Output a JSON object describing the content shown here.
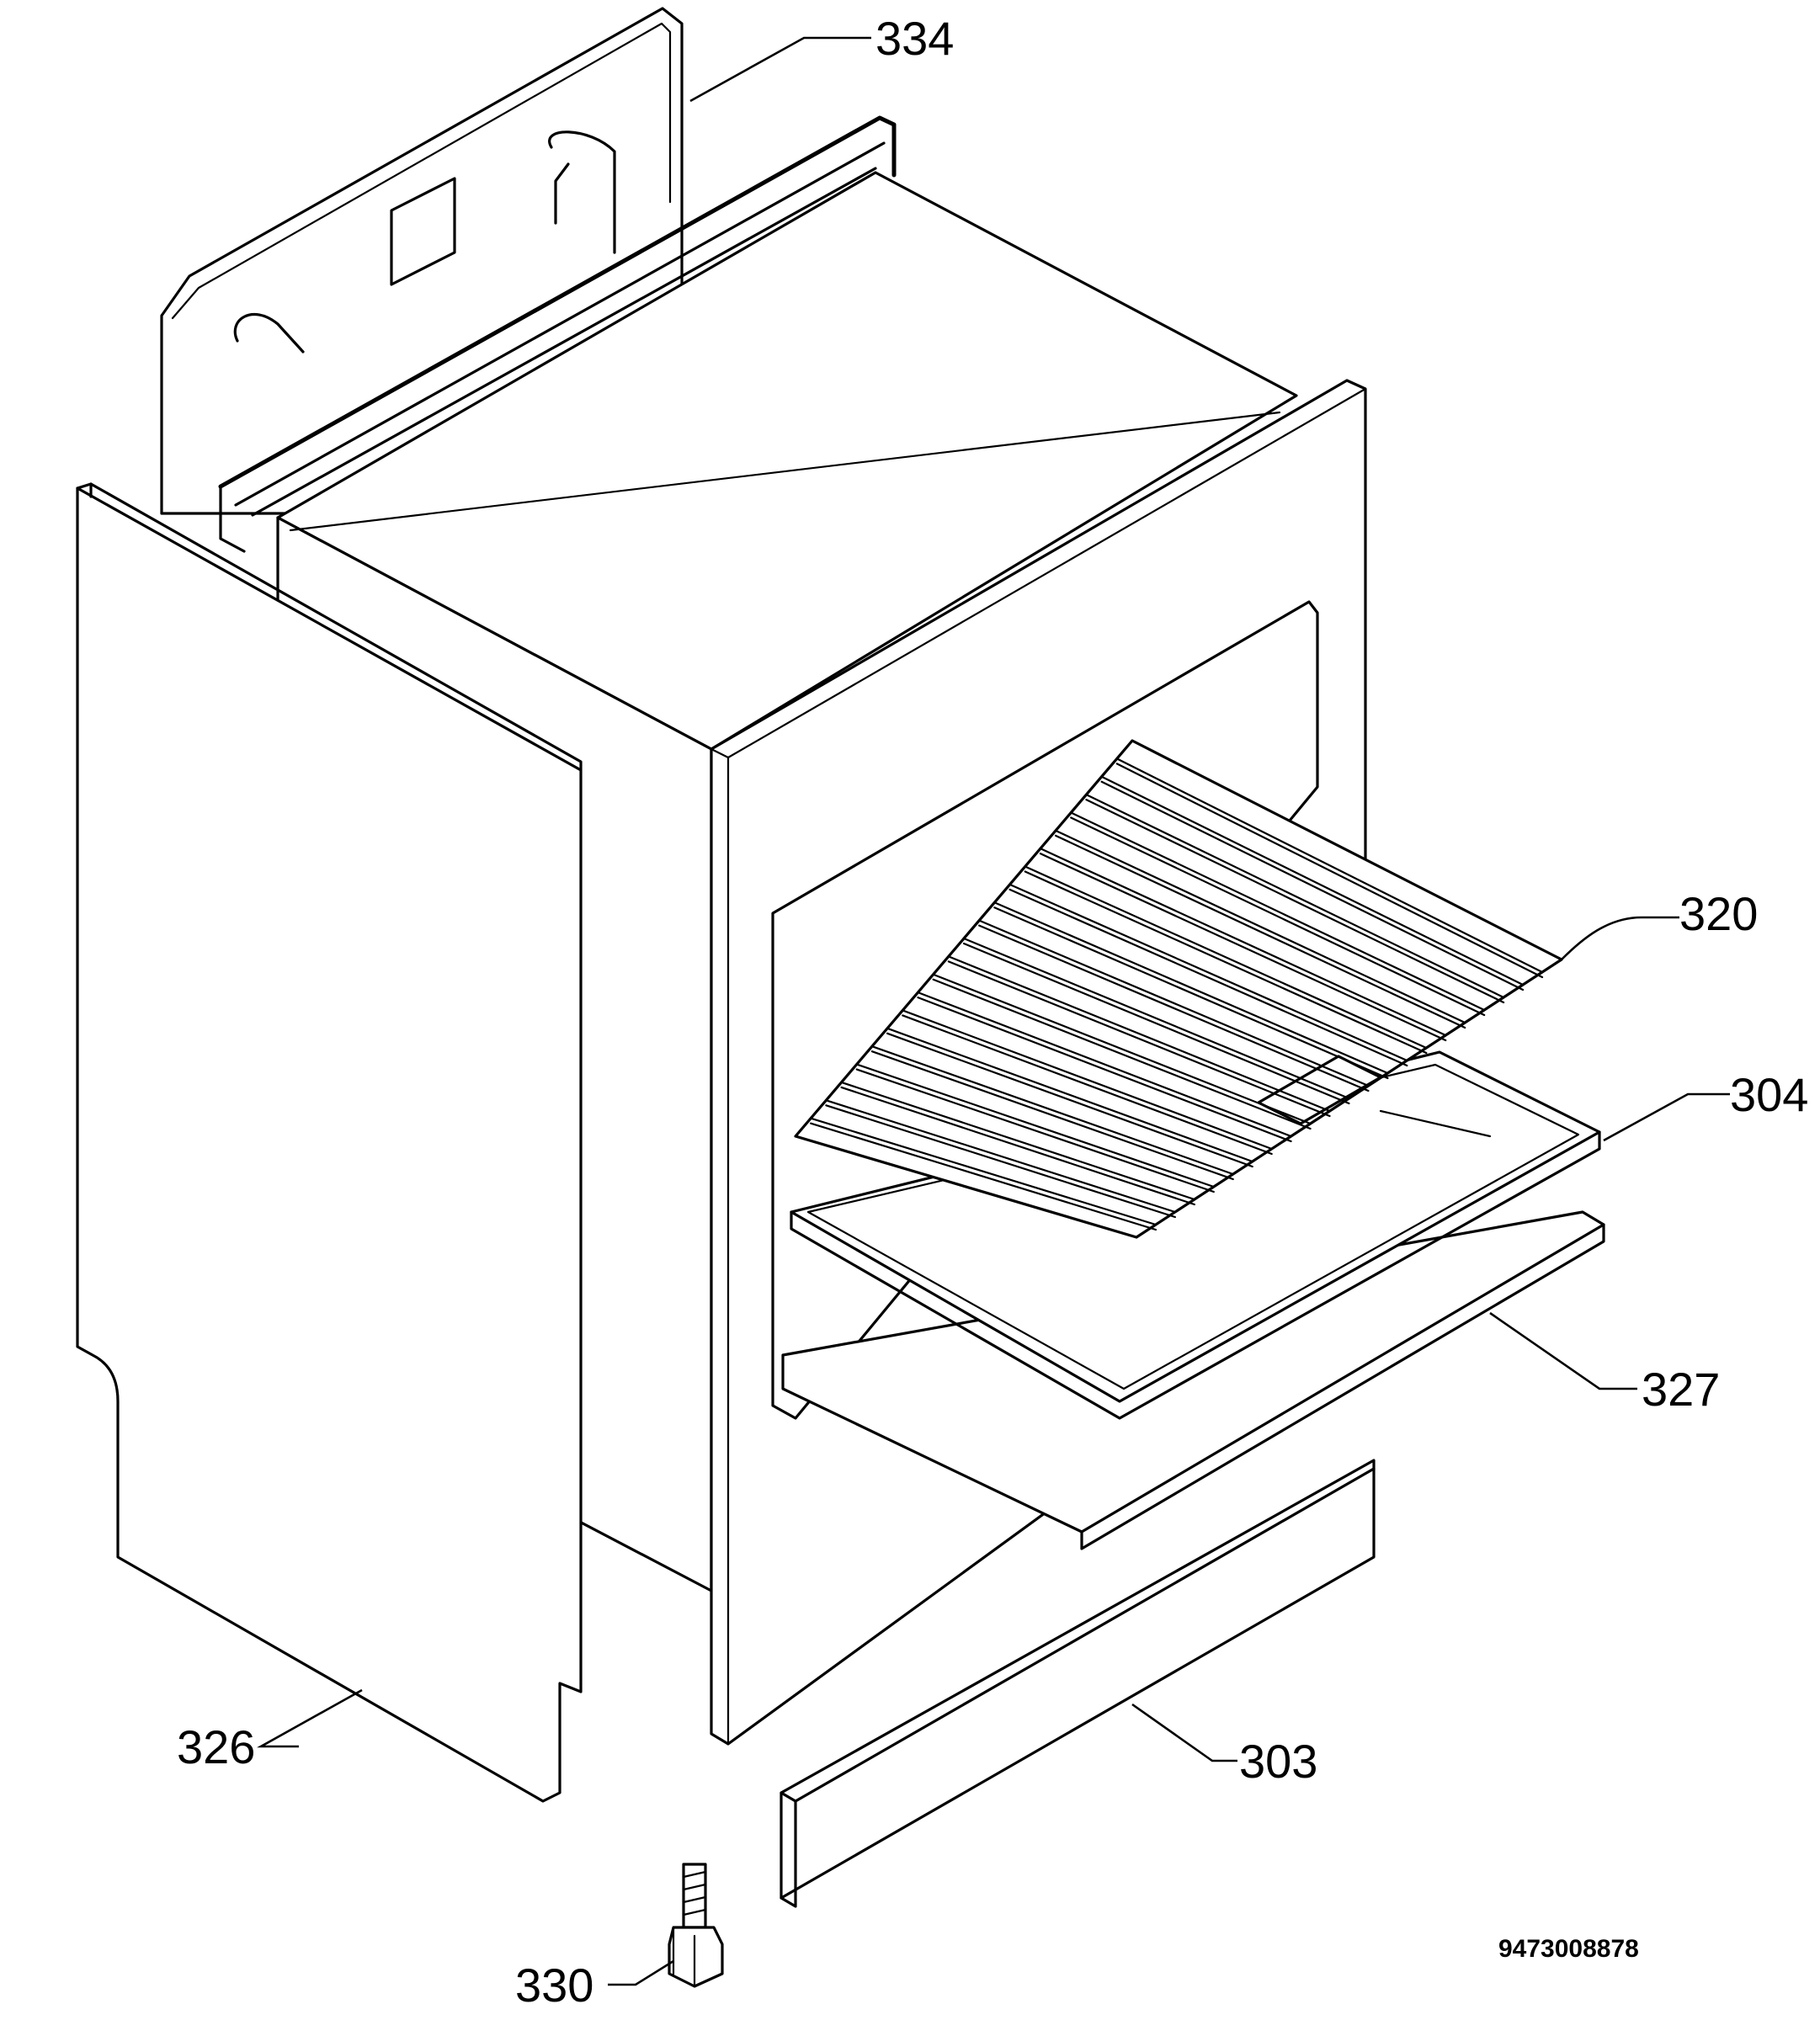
{
  "diagram": {
    "parts": [
      {
        "id": "rear-panel",
        "label": "334"
      },
      {
        "id": "wire-shelf",
        "label": "320"
      },
      {
        "id": "baking-tray",
        "label": "304"
      },
      {
        "id": "bottom-plate",
        "label": "327"
      },
      {
        "id": "side-panel",
        "label": "326"
      },
      {
        "id": "plinth-strip",
        "label": "303"
      },
      {
        "id": "screw",
        "label": "330"
      }
    ],
    "document_number": "9473008878"
  }
}
